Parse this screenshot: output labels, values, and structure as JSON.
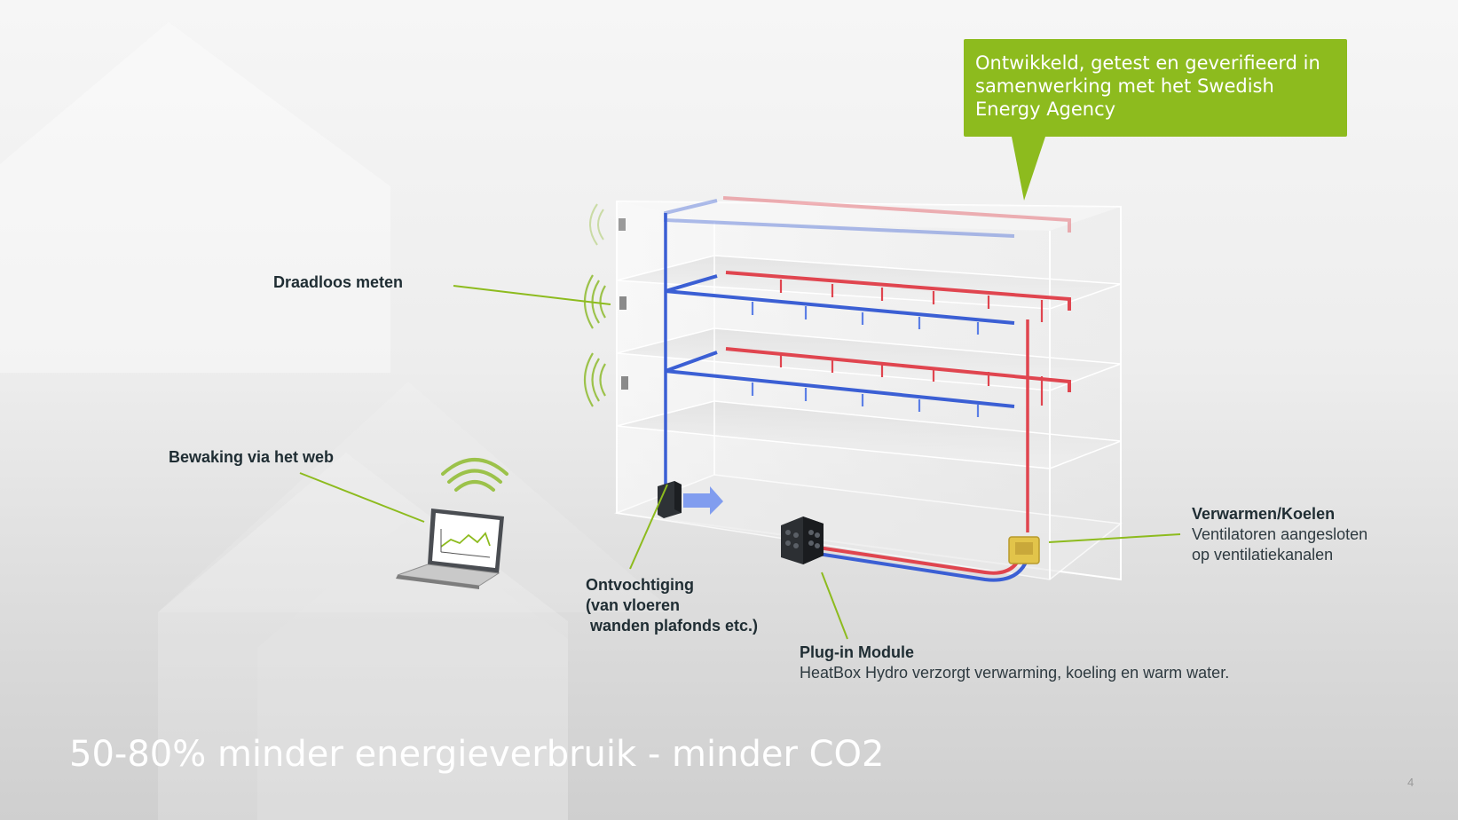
{
  "callout": {
    "text": "Ontwikkeld, getest en geverifieerd in samenwerking met het Swedish Energy Agency",
    "color": "#8dbb1e"
  },
  "labels": {
    "wireless": "Draadloos meten",
    "web": "Bewaking via het web",
    "dehumid": {
      "line1": "Ontvochtiging",
      "line2": "(van vloeren",
      "line3": " wanden plafonds etc.)"
    },
    "plugin": {
      "title": "Plug-in Module",
      "desc": "HeatBox Hydro verzorgt verwarming, koeling en warm water."
    },
    "heatcool": {
      "title": "Verwarmen/Koelen",
      "desc1": "Ventilatoren aangesloten",
      "desc2": "op ventilatiekanalen"
    }
  },
  "title": "50-80% minder energieverbruik - minder CO2",
  "page_number": "4",
  "colors": {
    "accent_green": "#8dbb1e",
    "pipe_red": "#e0454f",
    "pipe_blue": "#3b5fd4"
  },
  "icons": [
    "laptop-icon",
    "wifi-signal-icon",
    "sensor-icon",
    "heatbox-module-icon",
    "dehumidifier-icon",
    "fan-unit-icon"
  ]
}
